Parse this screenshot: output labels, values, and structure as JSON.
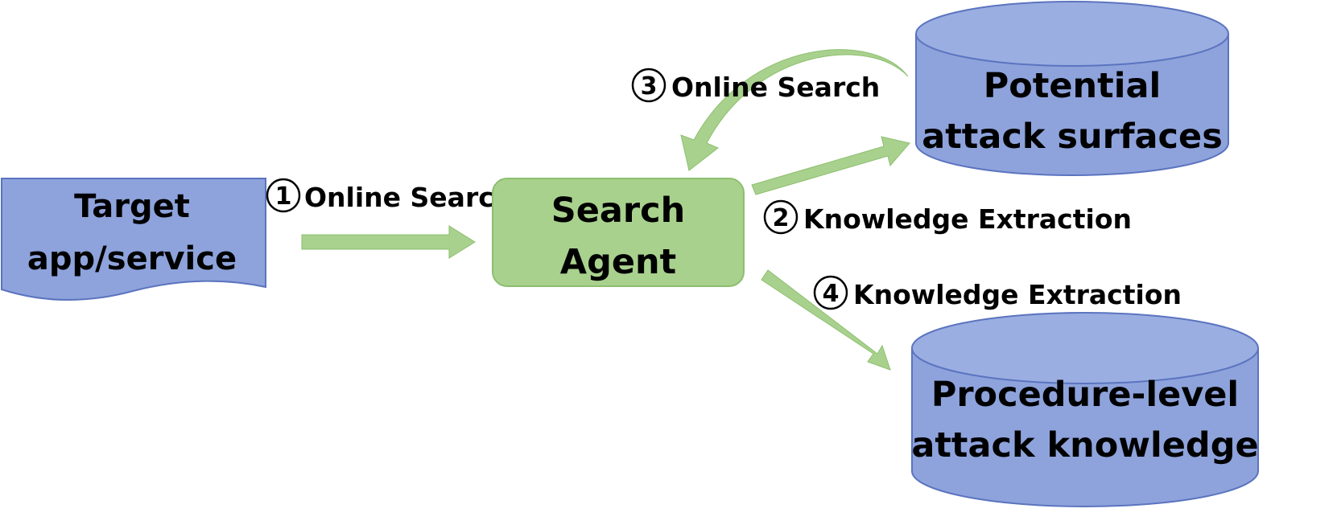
{
  "colors": {
    "blue_fill": "#8ea3dc",
    "blue_stroke": "#5b74bf",
    "green_fill": "#a9d18e",
    "green_stroke": "#8cbf6e",
    "arrow_green": "#a9d18e",
    "text": "#000000"
  },
  "nodes": {
    "target": {
      "line1": "Target",
      "line2": "app/service"
    },
    "agent": {
      "line1": "Search",
      "line2": "Agent"
    },
    "surfaces": {
      "line1": "Potential",
      "line2": "attack surfaces"
    },
    "procedure": {
      "line1": "Procedure-level",
      "line2": "attack knowledge"
    }
  },
  "steps": [
    {
      "num": "1",
      "label": "Online Search"
    },
    {
      "num": "2",
      "label": "Knowledge Extraction"
    },
    {
      "num": "3",
      "label": "Online Search"
    },
    {
      "num": "4",
      "label": "Knowledge Extraction"
    }
  ]
}
